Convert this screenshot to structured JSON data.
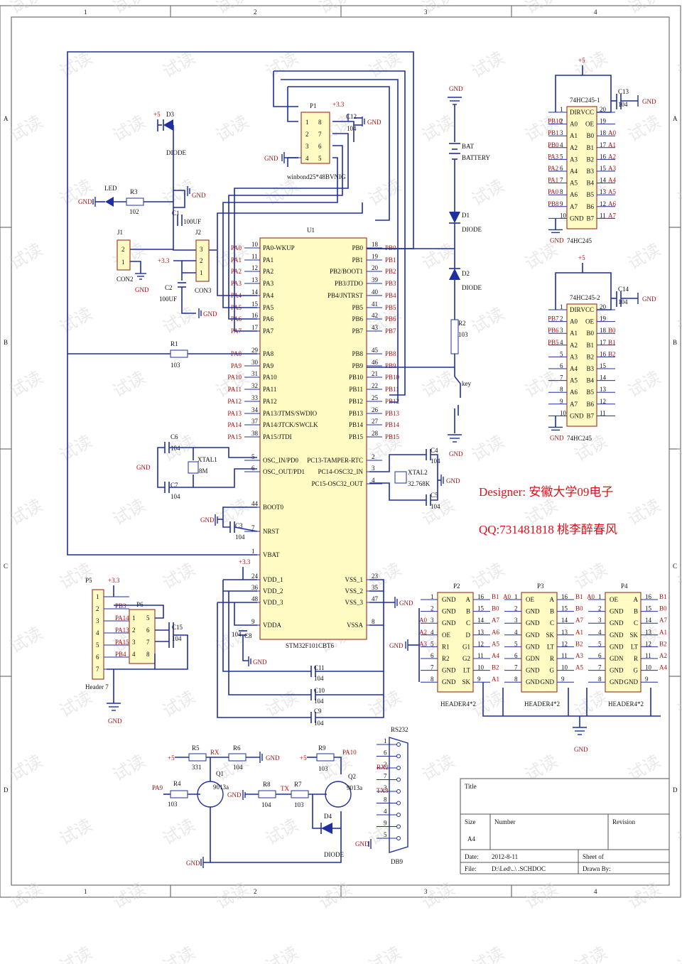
{
  "frame": {
    "columns": [
      "1",
      "2",
      "3",
      "4"
    ],
    "rows": [
      "A",
      "B",
      "C",
      "D"
    ]
  },
  "mcu": {
    "ref": "U1",
    "part": "STM32F101CBT6",
    "left_pins": [
      {
        "num": "10",
        "name": "PA0-WKUP",
        "net": "PA0"
      },
      {
        "num": "11",
        "name": "PA1",
        "net": "PA1"
      },
      {
        "num": "12",
        "name": "PA2",
        "net": "PA2"
      },
      {
        "num": "13",
        "name": "PA3",
        "net": "PA3"
      },
      {
        "num": "14",
        "name": "PA4",
        "net": "PA4"
      },
      {
        "num": "15",
        "name": "PA5",
        "net": "PA5"
      },
      {
        "num": "16",
        "name": "PA6",
        "net": "PA6"
      },
      {
        "num": "17",
        "name": "PA7",
        "net": "PA7"
      },
      {
        "num": "29",
        "name": "PA8",
        "net": "PA8"
      },
      {
        "num": "30",
        "name": "PA9",
        "net": "PA9"
      },
      {
        "num": "31",
        "name": "PA10",
        "net": "PA10"
      },
      {
        "num": "32",
        "name": "PA11",
        "net": "PA11"
      },
      {
        "num": "33",
        "name": "PA12",
        "net": "PA12"
      },
      {
        "num": "34",
        "name": "PA13/JTMS/SWDIO",
        "net": "PA13"
      },
      {
        "num": "37",
        "name": "PA14/JTCK/SWCLK",
        "net": "PA14"
      },
      {
        "num": "38",
        "name": "PA15/JTDI",
        "net": "PA15"
      },
      {
        "num": "5",
        "name": "OSC_IN/PD0",
        "net": ""
      },
      {
        "num": "6",
        "name": "OSC_OUT/PD1",
        "net": ""
      },
      {
        "num": "44",
        "name": "BOOT0",
        "net": ""
      },
      {
        "num": "7",
        "name": "NRST",
        "net": ""
      },
      {
        "num": "1",
        "name": "VBAT",
        "net": ""
      },
      {
        "num": "24",
        "name": "VDD_1",
        "net": ""
      },
      {
        "num": "36",
        "name": "VDD_2",
        "net": ""
      },
      {
        "num": "48",
        "name": "VDD_3",
        "net": ""
      },
      {
        "num": "9",
        "name": "VDDA",
        "net": ""
      }
    ],
    "right_pins": [
      {
        "num": "18",
        "name": "PB0",
        "net": "PB0"
      },
      {
        "num": "19",
        "name": "PB1",
        "net": "PB1"
      },
      {
        "num": "20",
        "name": "PB2/BOOT1",
        "net": "PB2"
      },
      {
        "num": "39",
        "name": "PB3/JTDO",
        "net": "PB3"
      },
      {
        "num": "40",
        "name": "PB4/JNTRST",
        "net": "PB4"
      },
      {
        "num": "41",
        "name": "PB5",
        "net": "PB5"
      },
      {
        "num": "42",
        "name": "PB6",
        "net": "PB6"
      },
      {
        "num": "43",
        "name": "PB7",
        "net": "PB7"
      },
      {
        "num": "45",
        "name": "PB8",
        "net": "PB8"
      },
      {
        "num": "46",
        "name": "PB9",
        "net": "PB9"
      },
      {
        "num": "21",
        "name": "PB10",
        "net": "PB10"
      },
      {
        "num": "22",
        "name": "PB11",
        "net": "PB11"
      },
      {
        "num": "25",
        "name": "PB12",
        "net": "PB12"
      },
      {
        "num": "26",
        "name": "PB13",
        "net": "PB13"
      },
      {
        "num": "27",
        "name": "PB14",
        "net": "PB14"
      },
      {
        "num": "28",
        "name": "PB15",
        "net": "PB15"
      },
      {
        "num": "2",
        "name": "PC13-TAMPER-RTC",
        "net": ""
      },
      {
        "num": "3",
        "name": "PC14-OSC32_IN",
        "net": ""
      },
      {
        "num": "4",
        "name": "PC15-OSC32_OUT",
        "net": ""
      },
      {
        "num": "23",
        "name": "VSS_1",
        "net": ""
      },
      {
        "num": "35",
        "name": "VSS_2",
        "net": ""
      },
      {
        "num": "47",
        "name": "VSS_3",
        "net": ""
      },
      {
        "num": "8",
        "name": "VSSA",
        "net": ""
      }
    ]
  },
  "flash": {
    "ref": "P1",
    "part": "winbond25*48BVNIG",
    "pins_left": [
      "1",
      "2",
      "3",
      "4"
    ],
    "pins_right": [
      "8",
      "7",
      "6",
      "5"
    ]
  },
  "buffers": [
    {
      "ref": "74HC245-1",
      "part": "74HC245",
      "supply": "+5",
      "cap": "C13",
      "cap_value": "104",
      "left_labels": [
        "DIR",
        "A0",
        "A1",
        "A2",
        "A3",
        "A4",
        "A5",
        "A6",
        "A7",
        "GND"
      ],
      "right_labels": [
        "VCC",
        "OE",
        "B0",
        "B1",
        "B2",
        "B3",
        "B4",
        "B5",
        "B6",
        "B7"
      ],
      "left_nums": [
        "1",
        "2",
        "3",
        "4",
        "5",
        "6",
        "7",
        "8",
        "9",
        "10"
      ],
      "right_nums": [
        "20",
        "19",
        "18",
        "17",
        "16",
        "15",
        "14",
        "13",
        "12",
        "11"
      ],
      "left_nets": [
        "",
        "PB10",
        "PB1",
        "PB0",
        "PA3",
        "PA2",
        "PA1",
        "PA0",
        "PB8",
        ""
      ],
      "right_nets": [
        "",
        "",
        "A0",
        "A1",
        "A2",
        "A3",
        "A4",
        "A5",
        "A6",
        "A7"
      ]
    },
    {
      "ref": "74HC245-2",
      "part": "74HC245",
      "supply": "+5",
      "cap": "C14",
      "cap_value": "104",
      "left_labels": [
        "DIR",
        "A0",
        "A1",
        "A2",
        "A3",
        "A4",
        "A5",
        "A6",
        "A7",
        "GND"
      ],
      "right_labels": [
        "VCC",
        "OE",
        "B0",
        "B1",
        "B2",
        "B3",
        "B4",
        "B5",
        "B6",
        "B7"
      ],
      "left_nums": [
        "1",
        "2",
        "3",
        "4",
        "5",
        "6",
        "7",
        "8",
        "9",
        "10"
      ],
      "right_nums": [
        "20",
        "19",
        "18",
        "17",
        "16",
        "15",
        "14",
        "13",
        "12",
        "11"
      ],
      "left_nets": [
        "",
        "PB7",
        "PB6",
        "PB5",
        "",
        "",
        "",
        "",
        "",
        ""
      ],
      "right_nets": [
        "",
        "",
        "B0",
        "B1",
        "B2",
        "",
        "",
        "",
        "",
        ""
      ]
    }
  ],
  "headers": [
    {
      "ref": "P2",
      "part": "HEADER4*2",
      "left_labels": [
        "GND",
        "GND",
        "GND",
        "OE",
        "R1",
        "R2",
        "GND",
        "GND"
      ],
      "right_labels": [
        "A",
        "B",
        "C",
        "D",
        "G1",
        "G2",
        "LT",
        "SK"
      ],
      "left_nets": [
        "",
        "",
        "A0",
        "A2",
        "A3",
        "",
        "",
        ""
      ],
      "right_nets": [
        "B1",
        "B0",
        "A7",
        "A6",
        "A5",
        "A4",
        "B2",
        "A1"
      ]
    },
    {
      "ref": "P3",
      "part": "HEADER4*2",
      "left_labels": [
        "OE",
        "GND",
        "GND",
        "GND",
        "GND",
        "GDN",
        "GND",
        "GND"
      ],
      "right_labels": [
        "A",
        "B",
        "C",
        "SK",
        "LT",
        "R",
        "G",
        "GND"
      ],
      "left_nets": [
        "A0",
        "",
        "",
        "",
        "",
        "",
        "",
        ""
      ],
      "right_nets": [
        "B1",
        "B0",
        "A7",
        "A1",
        "B2",
        "A3",
        "A5",
        ""
      ]
    },
    {
      "ref": "P4",
      "part": "HEADER4*2",
      "left_labels": [
        "OE",
        "GND",
        "GND",
        "GND",
        "GND",
        "GDN",
        "GND",
        "GND"
      ],
      "right_labels": [
        "A",
        "B",
        "C",
        "SK",
        "LT",
        "R",
        "G",
        "GND"
      ],
      "left_nets": [
        "A0",
        "",
        "",
        "",
        "",
        "",
        "",
        ""
      ],
      "right_nets": [
        "B1",
        "B0",
        "A7",
        "A1",
        "B2",
        "A2",
        "A4",
        ""
      ]
    }
  ],
  "header7": {
    "ref": "P5",
    "part": "Header 7",
    "pins": [
      "1",
      "2",
      "3",
      "4",
      "5",
      "6",
      "7"
    ],
    "nets": [
      "",
      "PB3",
      "PA14",
      "PA13",
      "PA15",
      "PB4",
      ""
    ],
    "supply": "+3.3"
  },
  "p6": {
    "ref": "P6",
    "left_pins": [
      "1",
      "2",
      "3",
      "4"
    ],
    "right_pins": [
      "5",
      "6",
      "7",
      "8"
    ],
    "cap": "C15",
    "cap_value": "104"
  },
  "parts": {
    "d3": {
      "ref": "D3",
      "label": "DIODE",
      "supply": "+5"
    },
    "led": {
      "ref": "LED"
    },
    "r3": {
      "ref": "R3",
      "value": "102"
    },
    "c1": {
      "ref": "C1",
      "value": "100UF"
    },
    "c2": {
      "ref": "C2",
      "value": "100UF"
    },
    "j1": {
      "ref": "J1",
      "part": "CON2",
      "pins": [
        "2",
        "1"
      ]
    },
    "j2": {
      "ref": "J2",
      "part": "CON3",
      "pins": [
        "3",
        "2",
        "1"
      ]
    },
    "r1": {
      "ref": "R1",
      "value": "103"
    },
    "c6": {
      "ref": "C6",
      "value": "104"
    },
    "c7": {
      "ref": "C7",
      "value": "104"
    },
    "xtal1": {
      "ref": "XTAL1",
      "value": "8M"
    },
    "c3": {
      "ref": "C3",
      "value": "104"
    },
    "c4": {
      "ref": "C4",
      "value": "104"
    },
    "c5": {
      "ref": "C5",
      "value": "104"
    },
    "xtal2": {
      "ref": "XTAL2",
      "value": "32.768K"
    },
    "c12": {
      "ref": "C12",
      "value": "104"
    },
    "c8": {
      "ref": "C8",
      "value": "104"
    },
    "c9": {
      "ref": "C9",
      "value": "104"
    },
    "c10": {
      "ref": "C10",
      "value": "104"
    },
    "c11": {
      "ref": "C11",
      "value": "104"
    },
    "bat": {
      "ref": "BAT",
      "part": "BATTERY"
    },
    "d1": {
      "ref": "D1",
      "label": "DIODE"
    },
    "d2": {
      "ref": "D2",
      "label": "DIODE"
    },
    "r2": {
      "ref": "R2",
      "value": "103"
    },
    "key": {
      "ref": "key"
    },
    "r5": {
      "ref": "R5",
      "value": "331"
    },
    "r6": {
      "ref": "R6",
      "value": "104"
    },
    "r4": {
      "ref": "R4",
      "value": "103"
    },
    "q1": {
      "ref": "Q1",
      "part": "9013a"
    },
    "r9": {
      "ref": "R9",
      "value": "103"
    },
    "r8": {
      "ref": "R8",
      "value": "104"
    },
    "r7": {
      "ref": "R7",
      "value": "103"
    },
    "q2": {
      "ref": "Q2",
      "part": "9013a"
    },
    "d4": {
      "ref": "D4",
      "label": "DIODE"
    },
    "rs232": {
      "ref": "RS232",
      "part": "DB9",
      "pins": [
        "1",
        "6",
        "2",
        "7",
        "3",
        "8",
        "4",
        "9",
        "5"
      ]
    }
  },
  "nets": {
    "gnd": "GND",
    "v5": "+5",
    "v33": "+3.3",
    "rx": "RX",
    "tx": "TX",
    "rx2": "RX2",
    "tx3": "TX3",
    "pa9": "PA9",
    "pa10": "PA10"
  },
  "designer": {
    "line1": "Designer:   安徽大学09电子",
    "line2": "QQ:731481818  桃李醉春风"
  },
  "titleblock": {
    "title_label": "Title",
    "size_label": "Size",
    "size_value": "A4",
    "number_label": "Number",
    "revision_label": "Revision",
    "date_label": "Date:",
    "date_value": "2012-8-11",
    "sheet_label": "Sheet   of",
    "file_label": "File:",
    "file_value": "D:\\Led\\..\\          .SCHDOC",
    "drawn_label": "Drawn By:"
  },
  "watermark": "试读",
  "colors": {
    "wire": "#1f2f9f",
    "body": "#fffbc2",
    "outline": "#a0412f",
    "net": "#b01010",
    "designer": "#e0101a"
  }
}
